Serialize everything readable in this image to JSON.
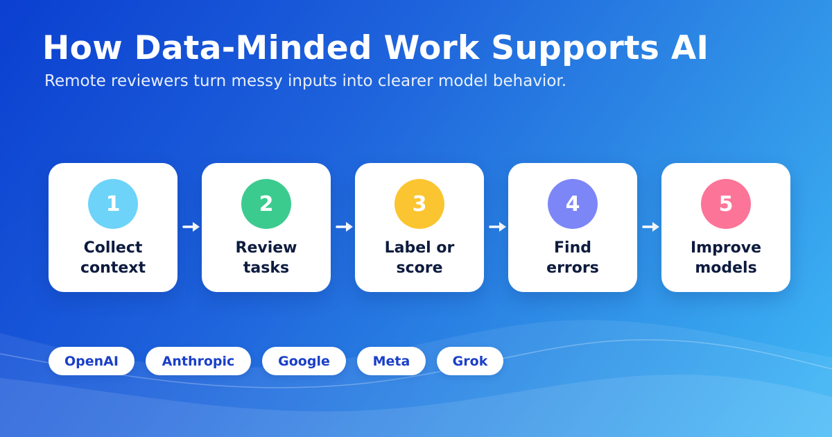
{
  "header": {
    "title": "How Data-Minded Work Supports AI",
    "subtitle": "Remote reviewers turn messy inputs into clearer model behavior."
  },
  "steps": [
    {
      "number": "1",
      "line1": "Collect",
      "line2": "context",
      "color": "#6dd3f9"
    },
    {
      "number": "2",
      "line1": "Review",
      "line2": "tasks",
      "color": "#3ccb8f"
    },
    {
      "number": "3",
      "line1": "Label or",
      "line2": "score",
      "color": "#fbc531"
    },
    {
      "number": "4",
      "line1": "Find",
      "line2": "errors",
      "color": "#7c86f7"
    },
    {
      "number": "5",
      "line1": "Improve",
      "line2": "models",
      "color": "#fc7497"
    }
  ],
  "companies": [
    "OpenAI",
    "Anthropic",
    "Google",
    "Meta",
    "Grok"
  ],
  "colors": {
    "pill_text": "#1a3fc8",
    "label_text": "#0d1b3e"
  }
}
